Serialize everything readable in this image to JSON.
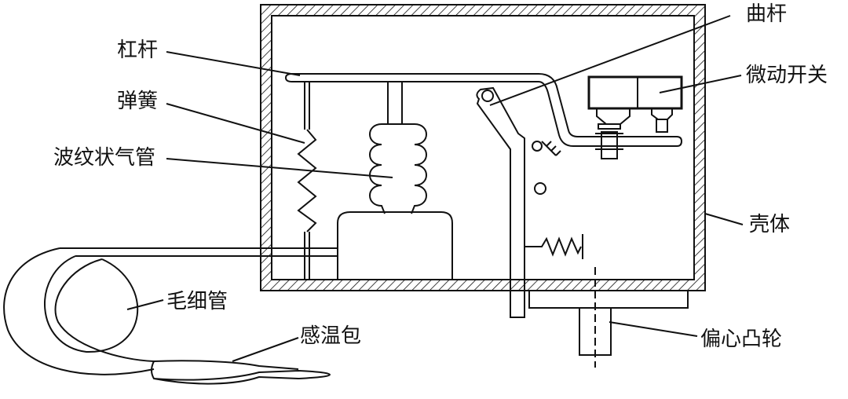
{
  "labels": {
    "lever": "杠杆",
    "spring": "弹簧",
    "bellows": "波纹状气管",
    "capillary": "毛细管",
    "sensing_bulb": "感温包",
    "crank": "曲杆",
    "microswitch": "微动开关",
    "housing": "壳体",
    "cam": "偏心凸轮"
  },
  "colors": {
    "ink": "#111111",
    "background": "#ffffff"
  }
}
